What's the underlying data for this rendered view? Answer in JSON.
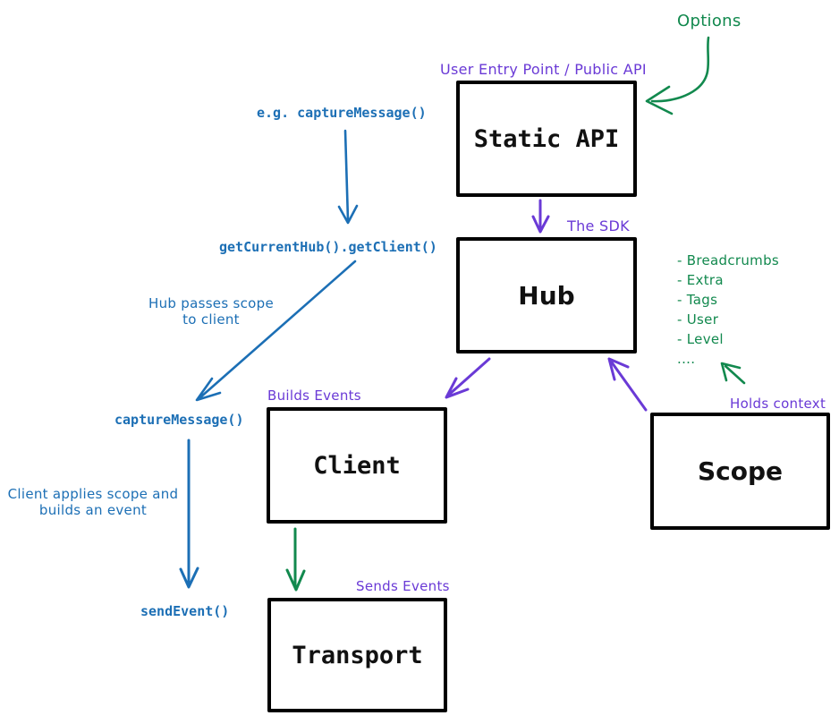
{
  "colors": {
    "blue": "#1c6fb5",
    "purple": "#6a3ad6",
    "green": "#12894e",
    "box_border": "#000000",
    "background": "#ffffff"
  },
  "boxes": {
    "static_api": {
      "label": "Static API"
    },
    "hub": {
      "label": "Hub"
    },
    "client": {
      "label": "Client"
    },
    "scope": {
      "label": "Scope"
    },
    "transport": {
      "label": "Transport"
    }
  },
  "annotations": {
    "options": "Options",
    "user_entry": "User Entry Point / Public API",
    "the_sdk": "The SDK",
    "builds_events": "Builds Events",
    "sends_events": "Sends Events",
    "holds_context": "Holds context"
  },
  "code_labels": {
    "eg_capture": "e.g. captureMessage()",
    "get_current_hub": "getCurrentHub().getClient()",
    "capture_message": "captureMessage()",
    "send_event": "sendEvent()"
  },
  "notes": {
    "hub_passes_1": "Hub passes scope",
    "hub_passes_2": "to client",
    "client_applies_1": "Client applies scope and",
    "client_applies_2": "builds an event"
  },
  "scope_context_items": [
    "- Breadcrumbs",
    "- Extra",
    "- Tags",
    "- User",
    "- Level",
    "...."
  ]
}
